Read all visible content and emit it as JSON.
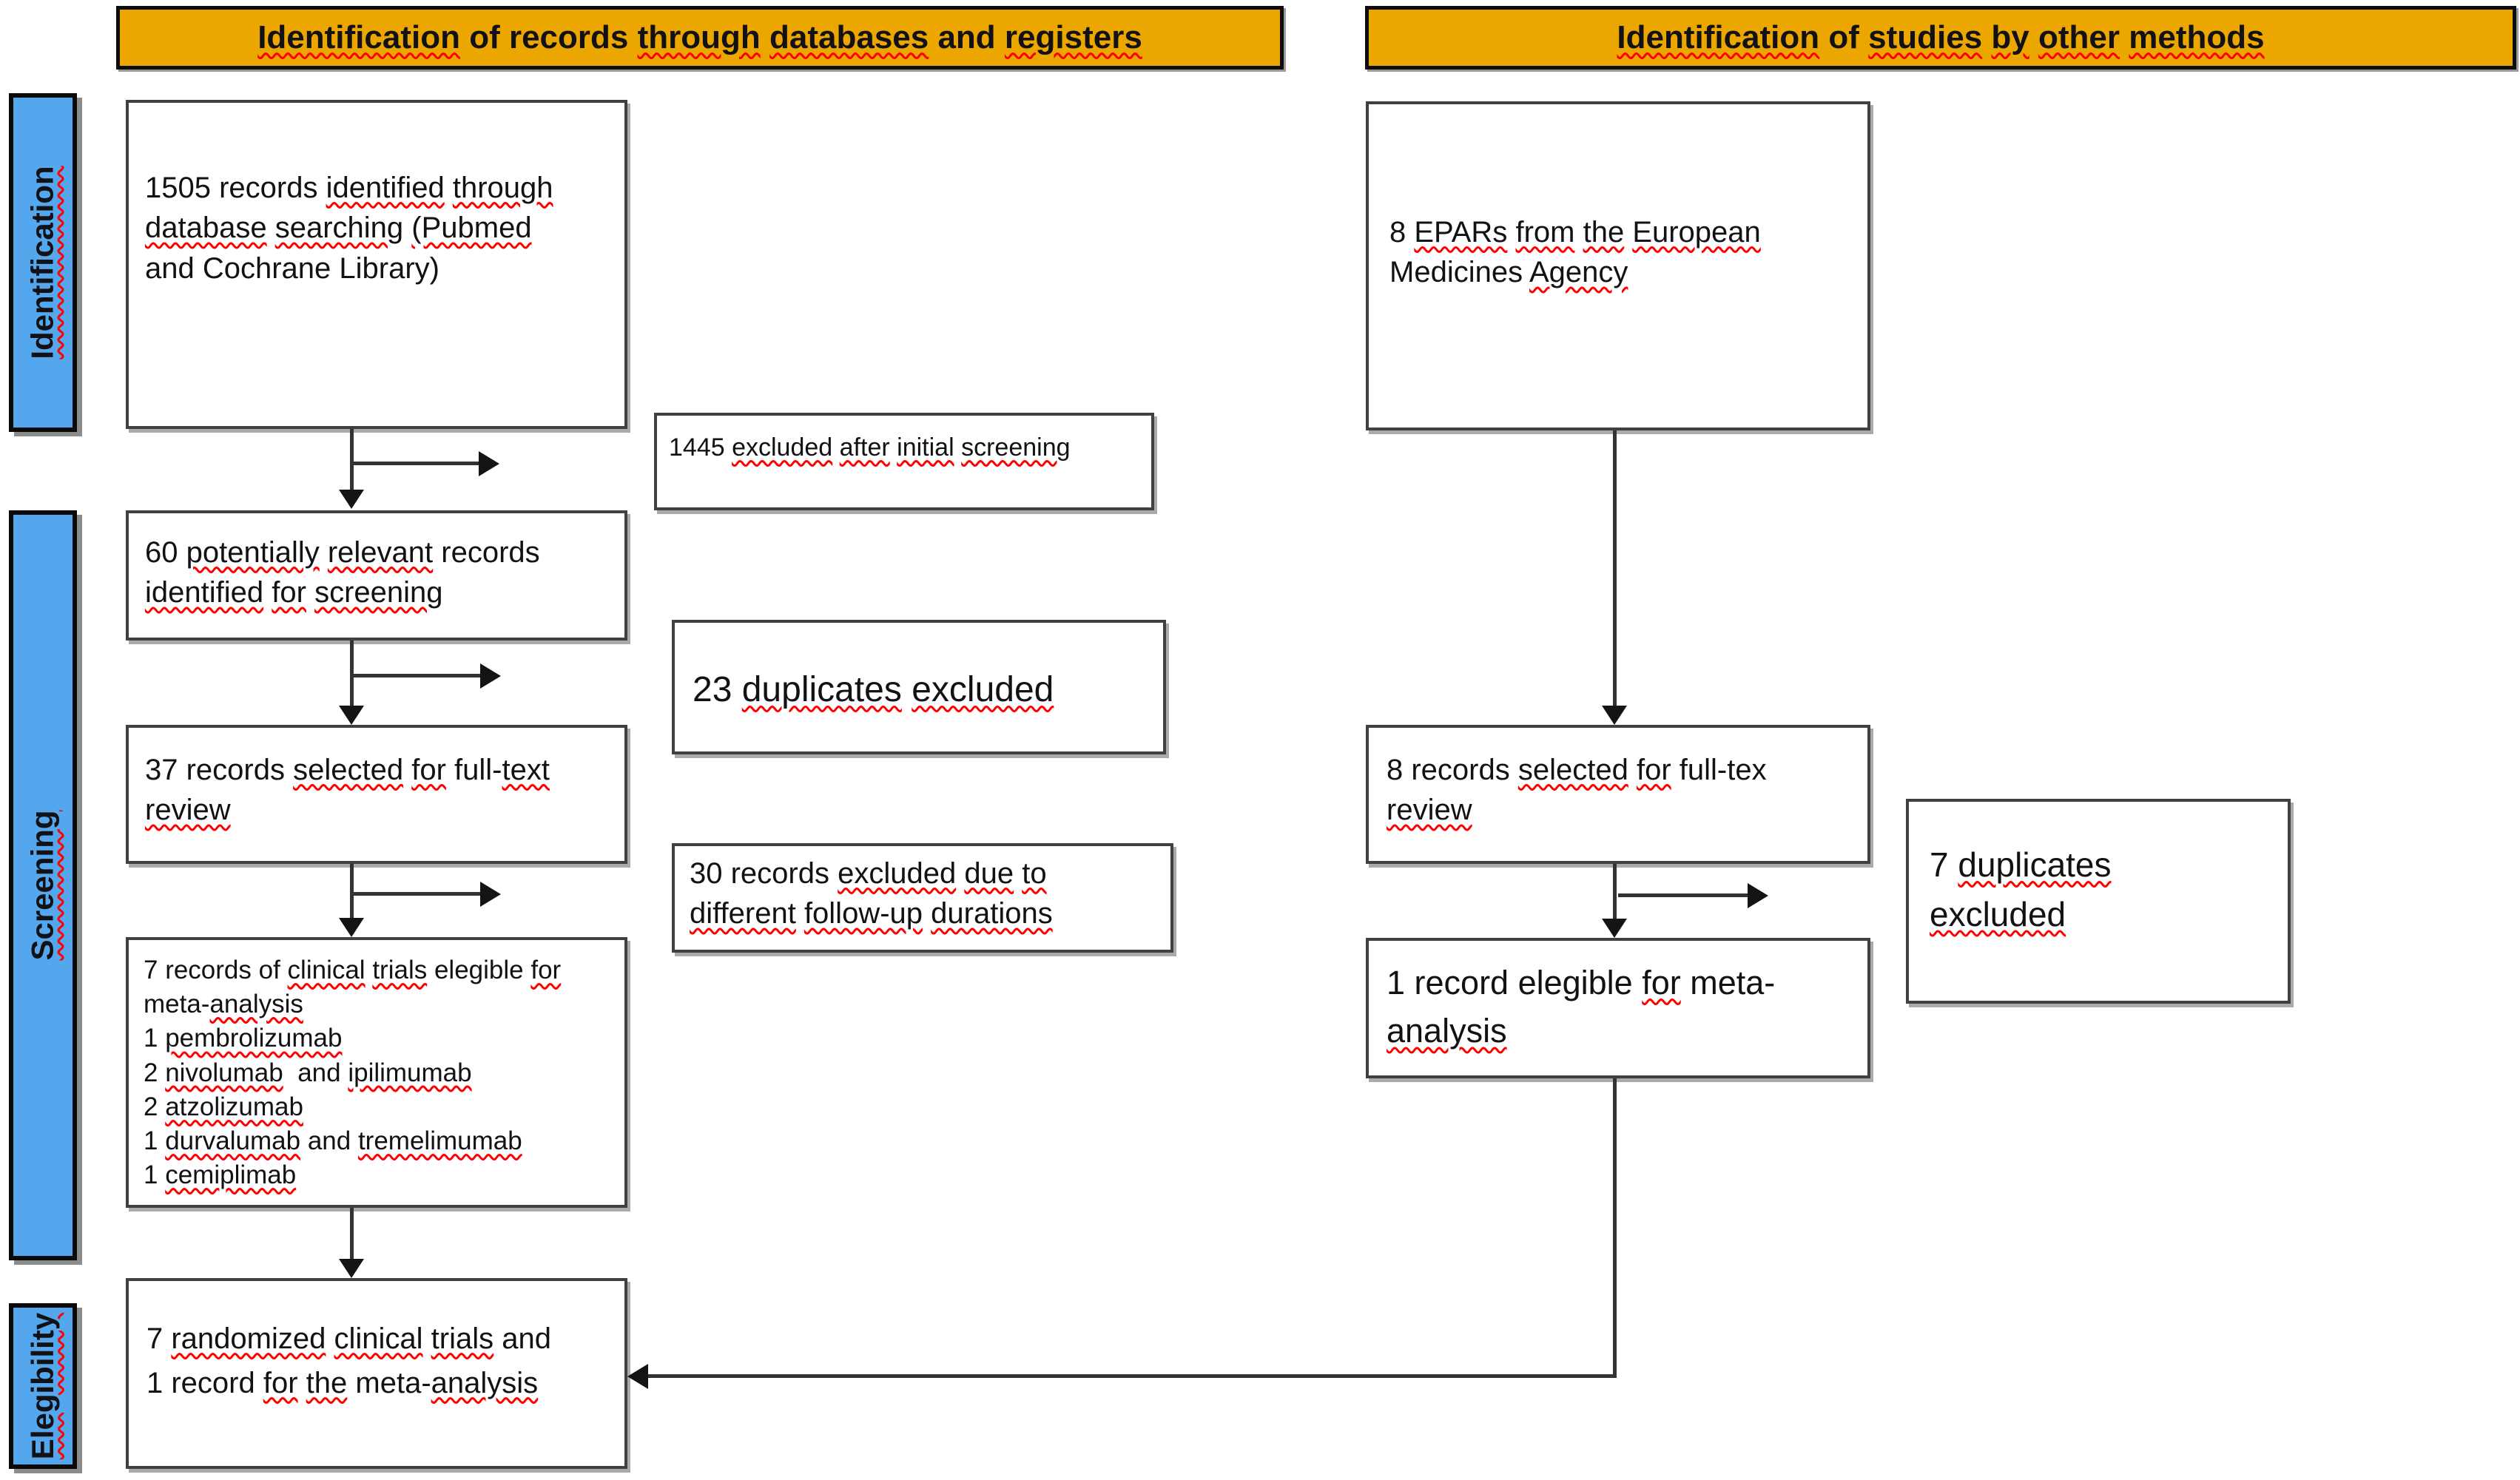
{
  "colors": {
    "banner_bg": "#EBA600",
    "sidebar_bg": "#54A7EC",
    "squiggle": "#FF0000",
    "box_border": "#404040"
  },
  "banners": {
    "left": {
      "lines": [
        [
          {
            "t": "Identification",
            "s": 1
          },
          {
            "t": " of records ",
            "s": 0
          },
          {
            "t": "through",
            "s": 1
          },
          {
            "t": " ",
            "s": 0
          },
          {
            "t": "databases",
            "s": 1
          },
          {
            "t": " and ",
            "s": 0
          },
          {
            "t": "registers",
            "s": 1
          }
        ]
      ]
    },
    "right": {
      "lines": [
        [
          {
            "t": "Identification",
            "s": 1
          },
          {
            "t": " of ",
            "s": 0
          },
          {
            "t": "studies",
            "s": 1
          },
          {
            "t": " ",
            "s": 0
          },
          {
            "t": "by",
            "s": 1
          },
          {
            "t": " ",
            "s": 0
          },
          {
            "t": "other",
            "s": 1
          },
          {
            "t": " ",
            "s": 0
          },
          {
            "t": "methods",
            "s": 1
          }
        ]
      ]
    }
  },
  "sidebar": {
    "identification": {
      "lines": [
        [
          {
            "t": "Identification",
            "s": 1
          }
        ]
      ]
    },
    "screening": {
      "lines": [
        [
          {
            "t": "Screening",
            "s": 1
          }
        ]
      ]
    },
    "elegibility": {
      "lines": [
        [
          {
            "t": "Elegibility",
            "s": 1
          }
        ]
      ]
    }
  },
  "boxes": {
    "b1505": {
      "lines": [
        [
          {
            "t": "1505 records ",
            "s": 0
          },
          {
            "t": "identified",
            "s": 1
          },
          {
            "t": " ",
            "s": 0
          },
          {
            "t": "through",
            "s": 1
          }
        ],
        [
          {
            "t": "database",
            "s": 1
          },
          {
            "t": " ",
            "s": 0
          },
          {
            "t": "searching",
            "s": 1
          },
          {
            "t": " ",
            "s": 0
          },
          {
            "t": "(Pubmed",
            "s": 1
          }
        ],
        [
          {
            "t": "and Cochrane Library)",
            "s": 0
          }
        ]
      ]
    },
    "s1445": {
      "lines": [
        [
          {
            "t": "1445 ",
            "s": 0
          },
          {
            "t": "excluded",
            "s": 1
          },
          {
            "t": " ",
            "s": 0
          },
          {
            "t": "after",
            "s": 1
          },
          {
            "t": " ",
            "s": 0
          },
          {
            "t": "initial",
            "s": 1
          },
          {
            "t": " ",
            "s": 0
          },
          {
            "t": "screening",
            "s": 1
          }
        ]
      ]
    },
    "b60": {
      "lines": [
        [
          {
            "t": "60 ",
            "s": 0
          },
          {
            "t": "potentially",
            "s": 1
          },
          {
            "t": " ",
            "s": 0
          },
          {
            "t": "relevant",
            "s": 1
          },
          {
            "t": " records",
            "s": 0
          }
        ],
        [
          {
            "t": "identified",
            "s": 1
          },
          {
            "t": " ",
            "s": 0
          },
          {
            "t": "for",
            "s": 1
          },
          {
            "t": " ",
            "s": 0
          },
          {
            "t": "screening",
            "s": 1
          }
        ]
      ]
    },
    "s23": {
      "lines": [
        [
          {
            "t": "23 ",
            "s": 0
          },
          {
            "t": "duplicates",
            "s": 1
          },
          {
            "t": " ",
            "s": 0
          },
          {
            "t": "excluded",
            "s": 1
          }
        ]
      ]
    },
    "b37": {
      "lines": [
        [
          {
            "t": "37 records ",
            "s": 0
          },
          {
            "t": "selected",
            "s": 1
          },
          {
            "t": " ",
            "s": 0
          },
          {
            "t": "for",
            "s": 1
          },
          {
            "t": " full-",
            "s": 0
          },
          {
            "t": "text",
            "s": 1
          }
        ],
        [
          {
            "t": "review",
            "s": 1
          }
        ]
      ]
    },
    "s30": {
      "lines": [
        [
          {
            "t": "30 records ",
            "s": 0
          },
          {
            "t": "excluded",
            "s": 1
          },
          {
            "t": " ",
            "s": 0
          },
          {
            "t": "due",
            "s": 1
          },
          {
            "t": " ",
            "s": 0
          },
          {
            "t": "to",
            "s": 1
          }
        ],
        [
          {
            "t": "different",
            "s": 1
          },
          {
            "t": " ",
            "s": 0
          },
          {
            "t": "follow-up",
            "s": 1
          },
          {
            "t": " ",
            "s": 0
          },
          {
            "t": "durations",
            "s": 1
          }
        ]
      ]
    },
    "b7rec": {
      "lines": [
        [
          {
            "t": "7 records of ",
            "s": 0
          },
          {
            "t": "clinical",
            "s": 1
          },
          {
            "t": " ",
            "s": 0
          },
          {
            "t": "trials",
            "s": 1
          },
          {
            "t": " elegible ",
            "s": 0
          },
          {
            "t": "for",
            "s": 1
          }
        ],
        [
          {
            "t": "meta-",
            "s": 0
          },
          {
            "t": "analysis",
            "s": 1
          }
        ],
        [
          {
            "t": "1 ",
            "s": 0
          },
          {
            "t": "pembrolizumab",
            "s": 1
          }
        ],
        [
          {
            "t": "2 ",
            "s": 0
          },
          {
            "t": "nivolumab",
            "s": 1
          },
          {
            "t": "  and ",
            "s": 0
          },
          {
            "t": "ipilimumab",
            "s": 1
          }
        ],
        [
          {
            "t": "2 ",
            "s": 0
          },
          {
            "t": "atzolizumab",
            "s": 1
          }
        ],
        [
          {
            "t": "1 ",
            "s": 0
          },
          {
            "t": "durvalumab",
            "s": 1
          },
          {
            "t": " and ",
            "s": 0
          },
          {
            "t": "tremelimumab",
            "s": 1
          }
        ],
        [
          {
            "t": "1 ",
            "s": 0
          },
          {
            "t": "cemiplimab",
            "s": 1
          }
        ]
      ]
    },
    "b7rand": {
      "lines": [
        [
          {
            "t": "7 ",
            "s": 0
          },
          {
            "t": "randomized",
            "s": 1
          },
          {
            "t": " ",
            "s": 0
          },
          {
            "t": "clinical",
            "s": 1
          },
          {
            "t": " ",
            "s": 0
          },
          {
            "t": "trials",
            "s": 1
          },
          {
            "t": " and",
            "s": 0
          }
        ],
        [
          {
            "t": "1 record ",
            "s": 0
          },
          {
            "t": "for",
            "s": 1
          },
          {
            "t": " ",
            "s": 0
          },
          {
            "t": "the",
            "s": 1
          },
          {
            "t": " meta-",
            "s": 0
          },
          {
            "t": "analysis",
            "s": 1
          }
        ]
      ]
    },
    "repars": {
      "lines": [
        [
          {
            "t": "8 ",
            "s": 0
          },
          {
            "t": "EPARs",
            "s": 1
          },
          {
            "t": " ",
            "s": 0
          },
          {
            "t": "from",
            "s": 1
          },
          {
            "t": " ",
            "s": 0
          },
          {
            "t": "the",
            "s": 1
          },
          {
            "t": " ",
            "s": 0
          },
          {
            "t": "European",
            "s": 1
          }
        ],
        [
          {
            "t": "Medicines ",
            "s": 0
          },
          {
            "t": "Agency",
            "s": 1
          }
        ]
      ]
    },
    "r8": {
      "lines": [
        [
          {
            "t": "8 records ",
            "s": 0
          },
          {
            "t": "selected",
            "s": 1
          },
          {
            "t": " ",
            "s": 0
          },
          {
            "t": "for",
            "s": 1
          },
          {
            "t": " full-tex",
            "s": 0
          }
        ],
        [
          {
            "t": "review",
            "s": 1
          }
        ]
      ]
    },
    "r1rec": {
      "lines": [
        [
          {
            "t": "1 record elegible ",
            "s": 0
          },
          {
            "t": "for",
            "s": 1
          },
          {
            "t": " meta-",
            "s": 0
          }
        ],
        [
          {
            "t": "analysis",
            "s": 1
          }
        ]
      ]
    },
    "r7dup": {
      "lines": [
        [
          {
            "t": "7 ",
            "s": 0
          },
          {
            "t": "duplicates",
            "s": 1
          }
        ],
        [
          {
            "t": "excluded",
            "s": 1
          }
        ]
      ]
    }
  }
}
